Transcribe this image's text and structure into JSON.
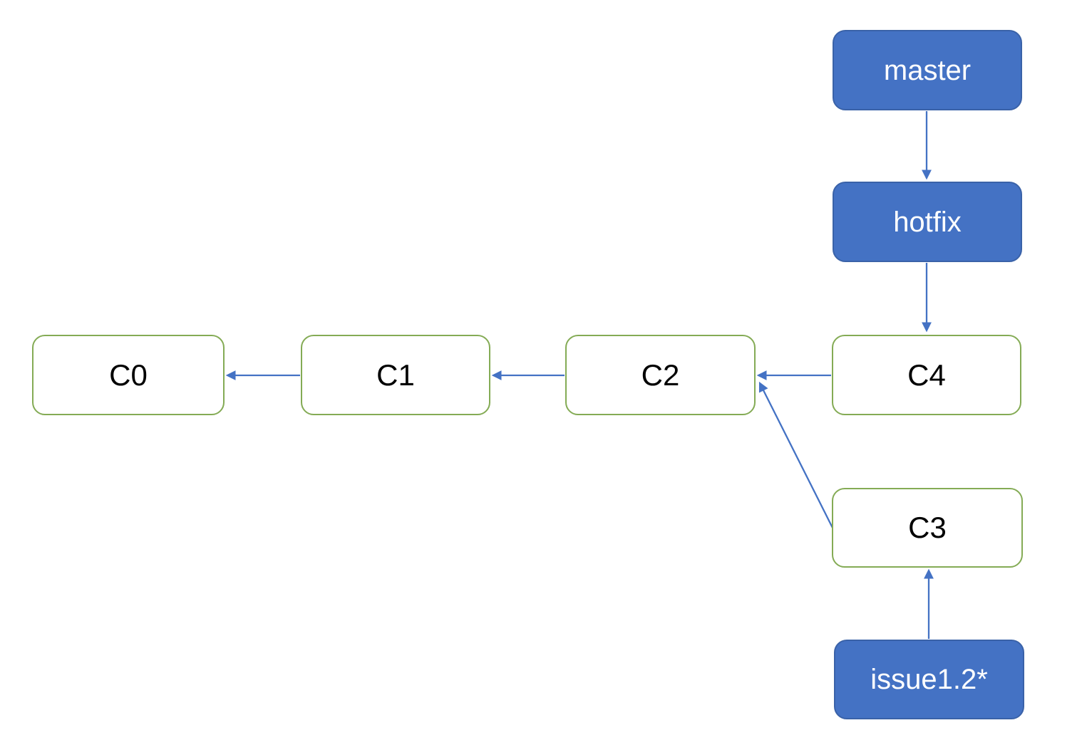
{
  "colors": {
    "background": "#FFFFFF",
    "branch_fill": "#4472C4",
    "branch_border": "#3A62A8",
    "branch_text": "#FFFFFF",
    "commit_fill": "#FFFFFF",
    "commit_border": "#84AB55",
    "commit_text": "#000000",
    "arrow": "#4472C4"
  },
  "diagram": {
    "kind": "git-branch-commit-graph",
    "nodes": {
      "master": {
        "label": "master",
        "type": "branch-pointer"
      },
      "hotfix": {
        "label": "hotfix",
        "type": "branch-pointer"
      },
      "c0": {
        "label": "C0",
        "type": "commit"
      },
      "c1": {
        "label": "C1",
        "type": "commit"
      },
      "c2": {
        "label": "C2",
        "type": "commit"
      },
      "c4": {
        "label": "C4",
        "type": "commit"
      },
      "c3": {
        "label": "C3",
        "type": "commit"
      },
      "issue12": {
        "label": "issue1.2*",
        "type": "branch-pointer"
      }
    },
    "edges": [
      {
        "from": "master",
        "to": "hotfix",
        "style": "arrow-down"
      },
      {
        "from": "hotfix",
        "to": "C4",
        "style": "arrow-down"
      },
      {
        "from": "C4",
        "to": "C2",
        "style": "arrow-left"
      },
      {
        "from": "C2",
        "to": "C1",
        "style": "arrow-left"
      },
      {
        "from": "C1",
        "to": "C0",
        "style": "arrow-left"
      },
      {
        "from": "C3",
        "to": "C2",
        "style": "arrow-diagonal-up-left"
      },
      {
        "from": "issue1.2*",
        "to": "C3",
        "style": "arrow-up"
      }
    ]
  }
}
